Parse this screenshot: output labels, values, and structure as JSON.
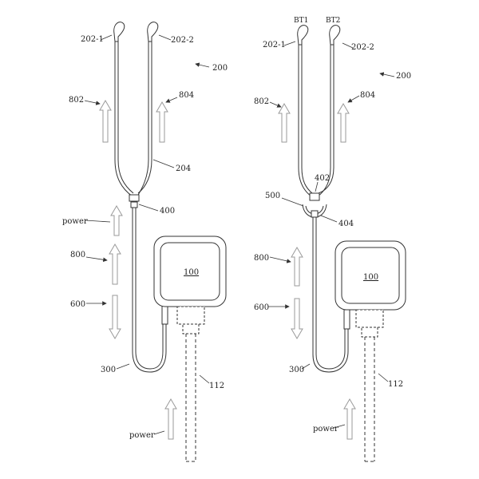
{
  "figure": {
    "left": {
      "earbud_left": "202-1",
      "earbud_right": "202-2",
      "system": "200",
      "arrow_left": "802",
      "arrow_right": "804",
      "cable_upper": "204",
      "connector": "400",
      "power_upper": "power",
      "arrow_800": "800",
      "arrow_600": "600",
      "device": "100",
      "cable_lower": "300",
      "cable_dashed": "112",
      "power_lower": "power"
    },
    "right": {
      "bt_left": "BT1",
      "bt_right": "BT2",
      "earbud_left": "202-1",
      "earbud_right": "202-2",
      "system": "200",
      "arrow_left": "802",
      "arrow_right": "804",
      "connector_top": "402",
      "wireless": "500",
      "connector_bottom": "404",
      "arrow_800": "800",
      "arrow_600": "600",
      "device": "100",
      "cable_lower": "300",
      "cable_dashed": "112",
      "power_lower": "power"
    }
  },
  "colors": {
    "line": "#333333",
    "arrow": "#9a9a9a"
  }
}
